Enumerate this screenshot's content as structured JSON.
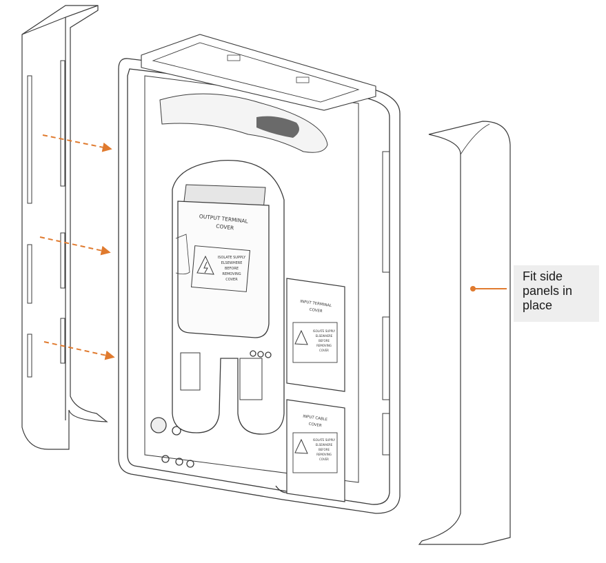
{
  "callout": {
    "text": "Fit side\npanels in\nplace"
  },
  "device": {
    "output_cover": {
      "title_1": "OUTPUT TERMINAL",
      "title_2": "COVER",
      "warn_1": "ISOLATE SUPPLY",
      "warn_2": "ELSEWHERE",
      "warn_3": "BEFORE",
      "warn_4": "REMOVING",
      "warn_5": "COVER"
    },
    "input_terminal_cover": {
      "title_1": "INPUT TERMINAL",
      "title_2": "COVER",
      "warn_1": "ISOLATE SUPPLY",
      "warn_2": "ELSEWHERE",
      "warn_3": "BEFORE",
      "warn_4": "REMOVING",
      "warn_5": "COVER"
    },
    "input_cable_cover": {
      "title_1": "INPUT CABLE",
      "title_2": "COVER",
      "warn_1": "ISOLATE SUPPLY",
      "warn_2": "ELSEWHERE",
      "warn_3": "BEFORE",
      "warn_4": "REMOVING",
      "warn_5": "COVER"
    }
  },
  "colors": {
    "arrow": "#e07a2e",
    "line": "#3a3a3a",
    "callout_bg": "#eeeeee"
  }
}
